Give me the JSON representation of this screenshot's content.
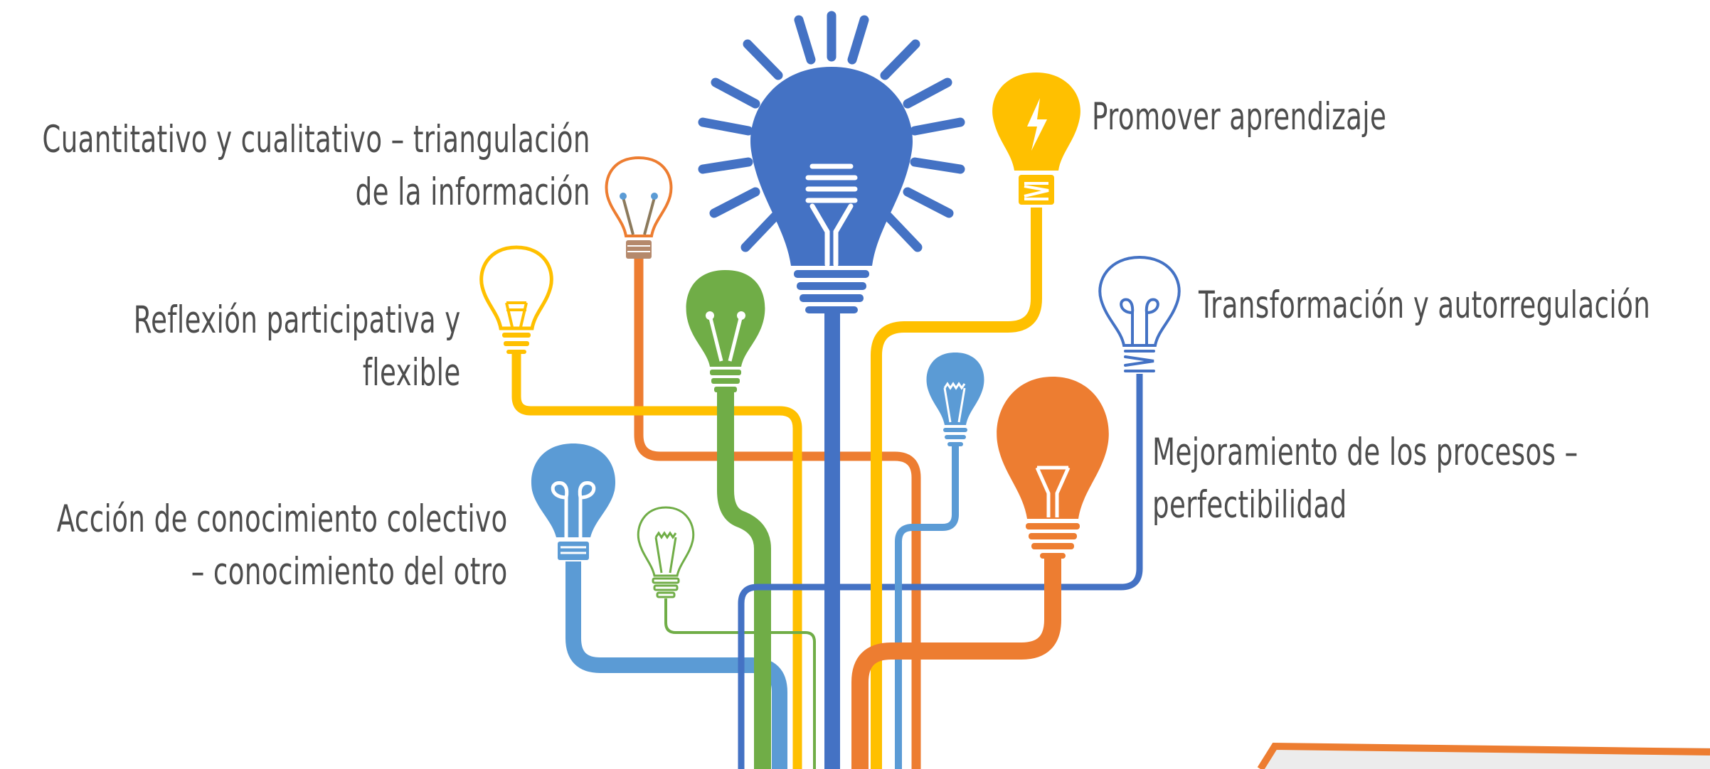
{
  "labels": {
    "cuantitativo": [
      "Cuantitativo y cualitativo – triangulación",
      "de la información"
    ],
    "reflexion": [
      "Reflexión participativa y",
      "flexible"
    ],
    "accion": [
      "Acción de conocimiento colectivo",
      "– conocimiento del otro"
    ],
    "promover": [
      "Promover aprendizaje"
    ],
    "transformacion": [
      "Transformación y autorregulación"
    ],
    "mejoramiento": [
      "Mejoramiento de los procesos –",
      "perfectibilidad"
    ]
  },
  "colors": {
    "blue_dark": "#4472c4",
    "blue_light": "#5b9bd5",
    "green": "#70ad47",
    "orange": "#ed7d31",
    "yellow": "#ffc000",
    "text": "#4d4d4d"
  },
  "icons": [
    "light-bulb-icon",
    "lightning-icon"
  ]
}
